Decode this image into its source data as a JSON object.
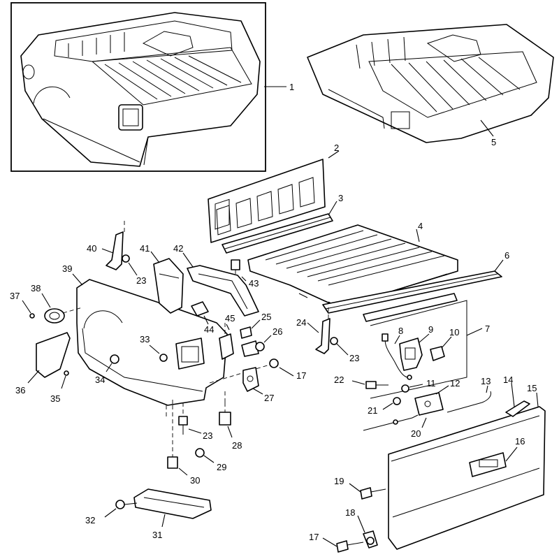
{
  "callouts": {
    "c1": "1",
    "c2": "2",
    "c3": "3",
    "c4": "4",
    "c5": "5",
    "c6": "6",
    "c7": "7",
    "c8": "8",
    "c9": "9",
    "c10": "10",
    "c11": "11",
    "c12": "12",
    "c13": "13",
    "c14": "14",
    "c15": "15",
    "c16": "16",
    "c17a": "17",
    "c17b": "17",
    "c18": "18",
    "c19": "19",
    "c20": "20",
    "c21": "21",
    "c22": "22",
    "c23a": "23",
    "c23b": "23",
    "c23c": "23",
    "c24": "24",
    "c25": "25",
    "c26": "26",
    "c27": "27",
    "c28": "28",
    "c29": "29",
    "c30": "30",
    "c31": "31",
    "c32": "32",
    "c33": "33",
    "c34": "34",
    "c35": "35",
    "c36": "36",
    "c37": "37",
    "c38": "38",
    "c39": "39",
    "c40": "40",
    "c41": "41",
    "c42": "42",
    "c43": "43",
    "c44": "44",
    "c45": "45"
  }
}
